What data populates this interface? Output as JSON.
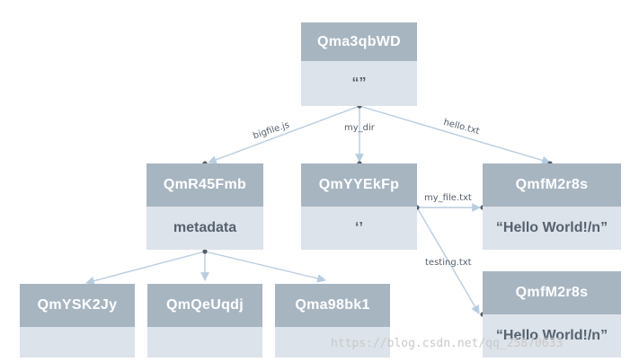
{
  "nodes": {
    "root": {
      "hash": "Qma3qbWD",
      "content": "“”"
    },
    "bigfile": {
      "hash": "QmR45Fmb",
      "content": "metadata"
    },
    "mydir": {
      "hash": "QmYYEkFp",
      "content": "‘’"
    },
    "hello": {
      "hash": "QmfM2r8s",
      "content": "“Hello World!/n”"
    },
    "chunk1": {
      "hash": "QmYSK2Jy",
      "content": ""
    },
    "chunk2": {
      "hash": "QmQeUqdj",
      "content": ""
    },
    "chunk3": {
      "hash": "Qma98bk1",
      "content": ""
    },
    "myfile": {
      "hash": "QmfM2r8s",
      "content": "“Hello World!/n”"
    }
  },
  "edges": {
    "bigfile": "bigfile.js",
    "mydir": "my_dir",
    "hello": "hello.txt",
    "myfile": "my_file.txt",
    "testing": "testing.txt"
  },
  "watermark": "https://blog.csdn.net/qq_25870633",
  "colors": {
    "header": "#a7b5c1",
    "body": "#dde3ea",
    "edge": "#b8cde0",
    "label": "#555f6a"
  }
}
